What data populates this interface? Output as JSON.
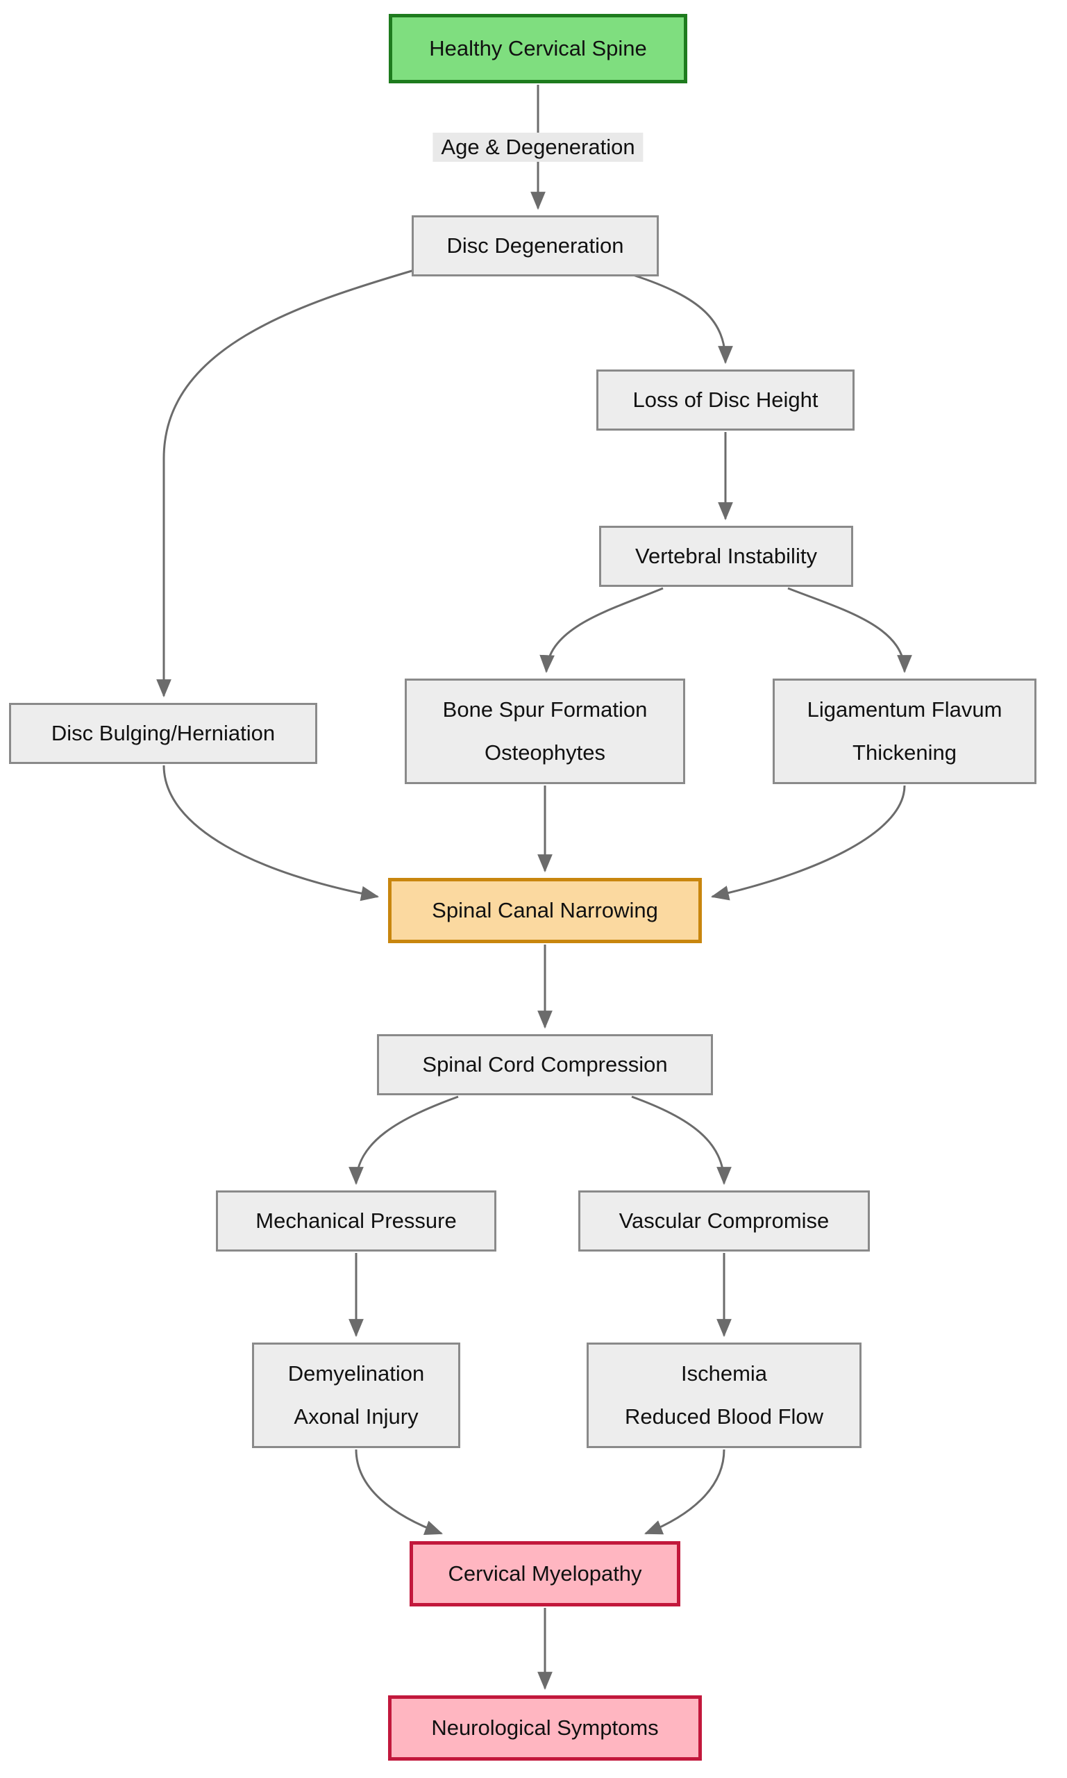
{
  "diagram": {
    "edge_label": "Age & Degeneration",
    "nodes": {
      "healthy": {
        "label": "Healthy Cervical Spine"
      },
      "disc_degeneration": {
        "label": "Disc Degeneration"
      },
      "loss_of_disc_height": {
        "label": "Loss of Disc Height"
      },
      "vertebral_instability": {
        "label": "Vertebral Instability"
      },
      "disc_bulging": {
        "label": "Disc Bulging/Herniation"
      },
      "bone_spur": {
        "line1": "Bone Spur Formation",
        "line2": "Osteophytes"
      },
      "ligamentum": {
        "line1": "Ligamentum Flavum",
        "line2": "Thickening"
      },
      "spinal_canal_narrowing": {
        "label": "Spinal Canal Narrowing"
      },
      "spinal_cord_compression": {
        "label": "Spinal Cord Compression"
      },
      "mechanical_pressure": {
        "label": "Mechanical Pressure"
      },
      "vascular_compromise": {
        "label": "Vascular Compromise"
      },
      "demyelination": {
        "line1": "Demyelination",
        "line2": "Axonal Injury"
      },
      "ischemia": {
        "line1": "Ischemia",
        "line2": "Reduced Blood Flow"
      },
      "cervical_myelopathy": {
        "label": "Cervical Myelopathy"
      },
      "neurological_symptoms": {
        "label": "Neurological Symptoms"
      }
    },
    "colors": {
      "healthy_fill": "#7FDE7F",
      "healthy_border": "#1E7B1E",
      "default_fill": "#EDEDED",
      "default_border": "#8A8A8A",
      "warning_fill": "#FBD9A0",
      "warning_border": "#C8860E",
      "danger_fill": "#FFB6C1",
      "danger_border": "#C2183C",
      "edge": "#6B6B6B"
    }
  }
}
